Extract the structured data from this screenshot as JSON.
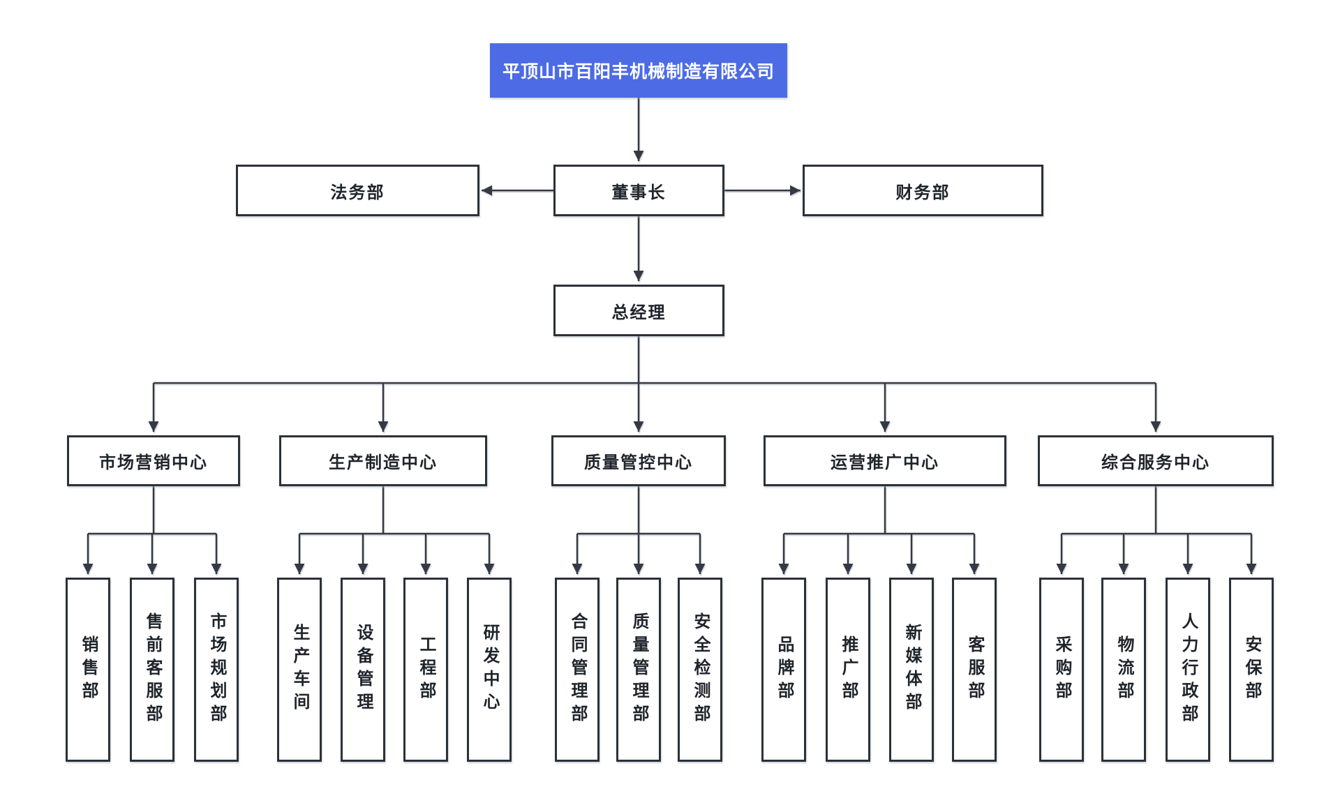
{
  "org_chart": {
    "company": {
      "label": "平顶山市百阳丰机械制造有限公司"
    },
    "executive": {
      "chairman": {
        "label": "董事长"
      },
      "legal_dept": {
        "label": "法务部"
      },
      "finance_dept": {
        "label": "财务部"
      },
      "general_manager": {
        "label": "总经理"
      }
    },
    "centers": [
      {
        "label": "市场营销中心",
        "departments": [
          "销售部",
          "售前客服部",
          "市场规划部"
        ]
      },
      {
        "label": "生产制造中心",
        "departments": [
          "生产车间",
          "设备管理",
          "工程部",
          "研发中心"
        ]
      },
      {
        "label": "质量管控中心",
        "departments": [
          "合同管理部",
          "质量管理部",
          "安全检测部"
        ]
      },
      {
        "label": "运营推广中心",
        "departments": [
          "品牌部",
          "推广部",
          "新媒体部",
          "客服部"
        ]
      },
      {
        "label": "综合服务中心",
        "departments": [
          "采购部",
          "物流部",
          "人力行政部",
          "安保部"
        ]
      }
    ],
    "colors": {
      "root_bg": "#4c6be4",
      "root_text": "#ffffff",
      "box_border": "#2b3139",
      "line": "#343943",
      "text": "#1f242b",
      "background": "#ffffff"
    }
  }
}
